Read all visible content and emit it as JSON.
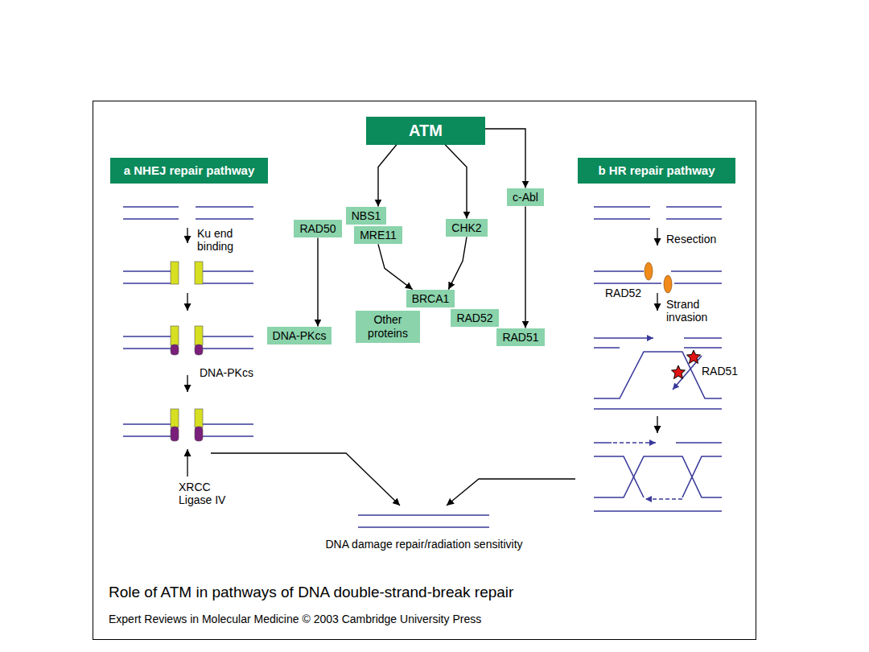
{
  "diagram": {
    "title": "Role of ATM in pathways of DNA double-strand-break repair",
    "caption": "Expert Reviews in Molecular Medicine © 2003 Cambridge University Press",
    "nodes": [
      {
        "text": [
          "ATM"
        ]
      },
      {
        "text": [
          "a NHEJ repair pathway"
        ]
      },
      {
        "text": [
          "b HR repair pathway"
        ]
      },
      {
        "text": [
          "NBS1"
        ]
      },
      {
        "text": [
          "RAD50"
        ]
      },
      {
        "text": [
          "MRE11"
        ]
      },
      {
        "text": [
          "CHK2"
        ]
      },
      {
        "text": [
          "c-Abl"
        ]
      },
      {
        "text": [
          "BRCA1"
        ]
      },
      {
        "text": [
          "Other proteins"
        ]
      },
      {
        "text": [
          "RAD52"
        ]
      },
      {
        "text": [
          "RAD51"
        ]
      },
      {
        "text": [
          "DNA-PKcs"
        ]
      }
    ],
    "edges": [
      {
        "from": 0,
        "to": 3,
        "arrow": "to"
      },
      {
        "from": 0,
        "to": 6,
        "arrow": "to"
      },
      {
        "from": 0,
        "to": 7,
        "arrow": "to"
      },
      {
        "from": 4,
        "to": 12,
        "arrow": "to"
      },
      {
        "from": 5,
        "to": 8,
        "arrow": "to"
      },
      {
        "from": 6,
        "to": 8,
        "arrow": "to"
      },
      {
        "from": 7,
        "to": 11,
        "arrow": "to"
      }
    ],
    "labels": [
      "Ku end binding",
      "DNA-PKcs",
      "XRCC Ligase IV",
      "Resection",
      "RAD52",
      "Strand invasion",
      "RAD51",
      "DNA damage repair/radiation sensitivity"
    ]
  }
}
